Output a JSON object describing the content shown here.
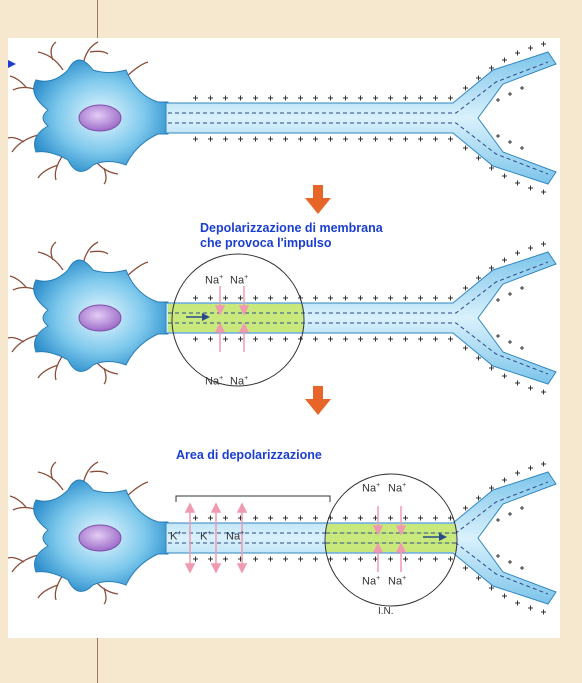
{
  "labels": {
    "depolarization_line1": "Depolarizzazione di membrana",
    "depolarization_line2": "che provoca l'impulso",
    "area": "Area di depolarizzazione",
    "in_label": "I.N."
  },
  "ions": {
    "na": "Na",
    "k": "K",
    "plus": "+"
  },
  "colors": {
    "background": "#f6e8cf",
    "cell_body": "#4fb2e0",
    "nucleus": "#b58bd6",
    "axon": "#a9dcf2",
    "depolarized_region": "#c8e866",
    "arrow": "#e8652a",
    "label_text": "#1a3fd0",
    "ion_arrow": "#f09ab0"
  }
}
